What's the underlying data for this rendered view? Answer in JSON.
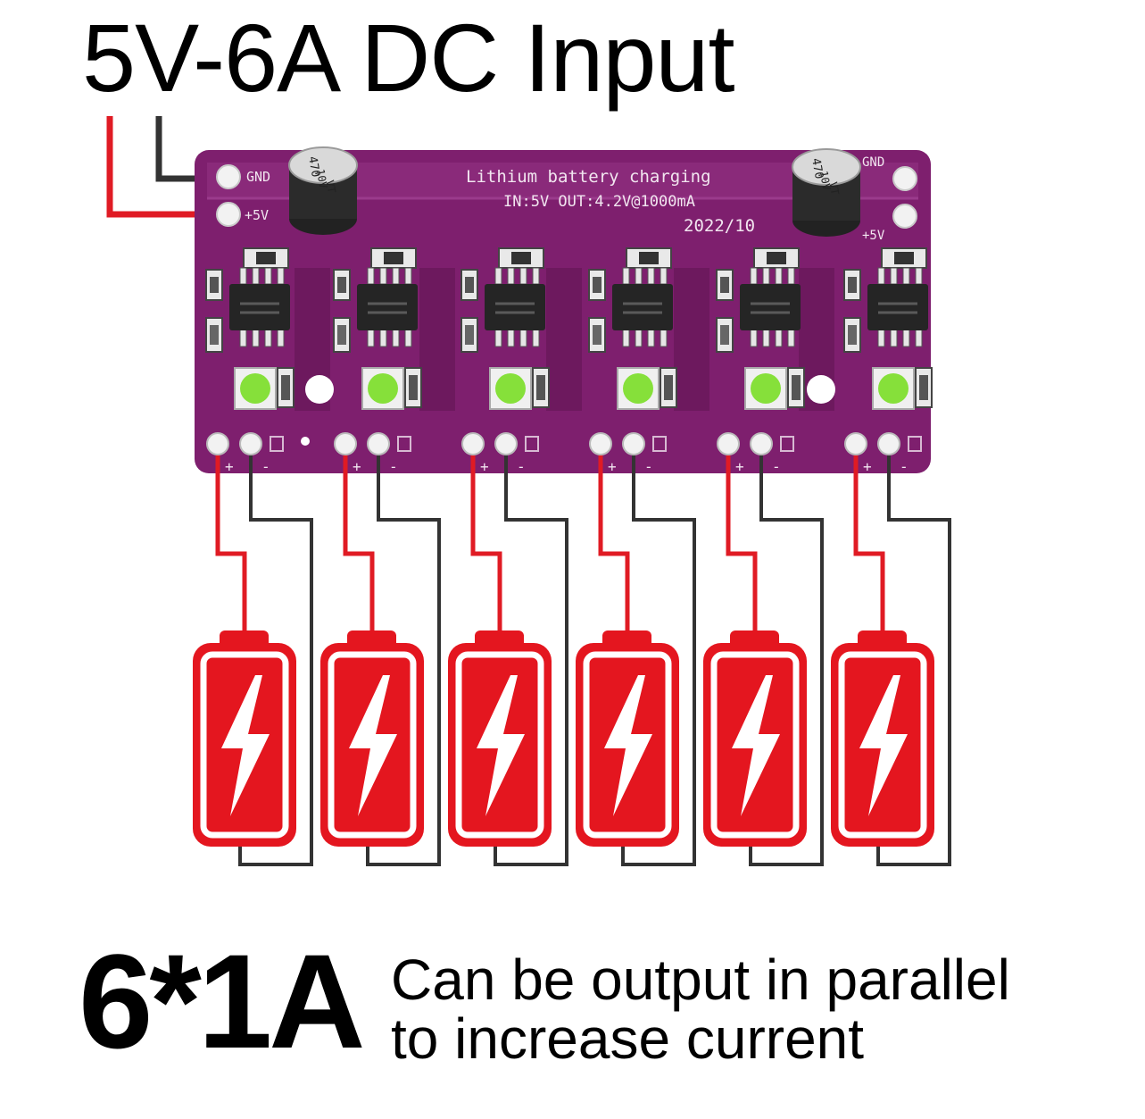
{
  "header": {
    "title": "5V-6A DC Input"
  },
  "board": {
    "silkscreen_title": "Lithium battery charging",
    "silkscreen_spec": "IN:5V OUT:4.2V@1000mA",
    "silkscreen_date": "2022/10",
    "pad_gnd_left": "GND",
    "pad_5v_left": "+5V",
    "pad_gnd_right": "GND",
    "pad_5v_right": "+5V",
    "capacitor_value": "470",
    "capacitor_voltage": "10V",
    "capacitor_mark": "VT",
    "output_plus_label": "+",
    "output_minus_label": "-",
    "channels": 6
  },
  "footer": {
    "big": "6*1A",
    "line1": "Can be output in parallel",
    "line2": "to increase current"
  },
  "colors": {
    "board": "#7e1f6e",
    "board_dark": "#5e1452",
    "wire_positive": "#e01b24",
    "wire_negative": "#333333",
    "battery": "#e4161f",
    "led": "#86e03a"
  },
  "icons": [
    "battery-icon",
    "lightning-bolt-icon",
    "electrolytic-capacitor-icon",
    "chip-icon",
    "led-icon"
  ]
}
